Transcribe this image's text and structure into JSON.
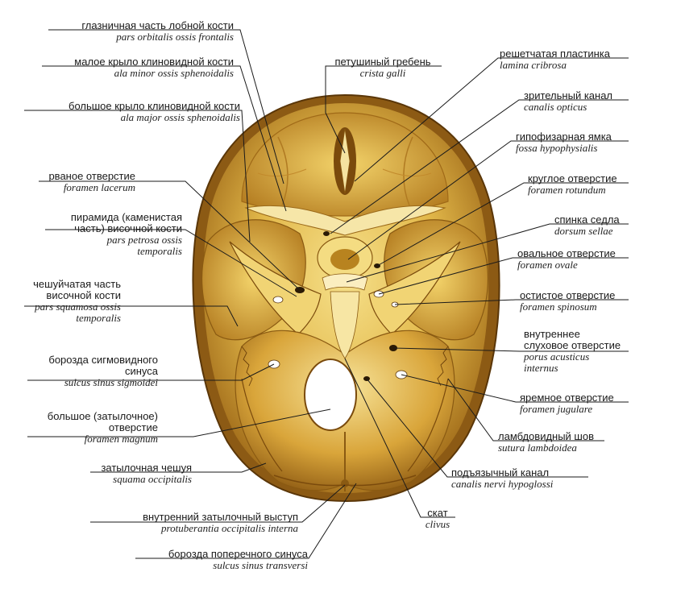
{
  "labels": [
    {
      "ru": "глазничная часть лобной кости",
      "la": "pars orbitalis ossis frontalis"
    },
    {
      "ru": "малое крыло клиновидной кости",
      "la": "ala minor ossis sphenoidalis"
    },
    {
      "ru": "большое крыло клиновидной кости",
      "la": "ala major ossis sphenoidalis"
    },
    {
      "ru": "рваное отверстие",
      "la": "foramen lacerum"
    },
    {
      "ru": "пирамида (каменистая\nчасть) височной кости",
      "la": "pars petrosa ossis\ntemporalis"
    },
    {
      "ru": "чешуйчатая часть\nвисочной кости",
      "la": "pars squamosa ossis\ntemporalis"
    },
    {
      "ru": "борозда сигмовидного\nсинуса",
      "la": "sulcus sinus sigmoidei"
    },
    {
      "ru": "большое (затылочное)\nотверстие",
      "la": "foramen magnum"
    },
    {
      "ru": "затылочная чешуя",
      "la": "squama occipitalis"
    },
    {
      "ru": "внутренний затылочный выступ",
      "la": "protuberantia occipitalis interna"
    },
    {
      "ru": "борозда поперечного синуса",
      "la": "sulcus sinus transversi"
    },
    {
      "ru": "петушиный гребень",
      "la": "crista galli"
    },
    {
      "ru": "решетчатая пластинка",
      "la": "lamina cribrosa"
    },
    {
      "ru": "зрительный канал",
      "la": "canalis opticus"
    },
    {
      "ru": "гипофизарная ямка",
      "la": "fossa hypophysialis"
    },
    {
      "ru": "круглое отверстие",
      "la": "foramen rotundum"
    },
    {
      "ru": "спинка седла",
      "la": "dorsum sellae"
    },
    {
      "ru": "овальное отверстие",
      "la": "foramen ovale"
    },
    {
      "ru": "остистое отверстие",
      "la": "foramen spinosum"
    },
    {
      "ru": "внутреннее\nслуховое отверстие",
      "la": "porus acusticus\ninternus"
    },
    {
      "ru": "яремное отверстие",
      "la": "foramen jugulare"
    },
    {
      "ru": "ламбдовидный шов",
      "la": "sutura lambdoidea"
    },
    {
      "ru": "подъязычный канал",
      "la": "canalis nervi hypoglossi"
    },
    {
      "ru": "скат",
      "la": "clivus"
    }
  ],
  "colors": {
    "bone_light": "#f2d877",
    "bone_mid": "#d9a93a",
    "bone_dark": "#8a5a12",
    "line": "#1a1a1a"
  }
}
